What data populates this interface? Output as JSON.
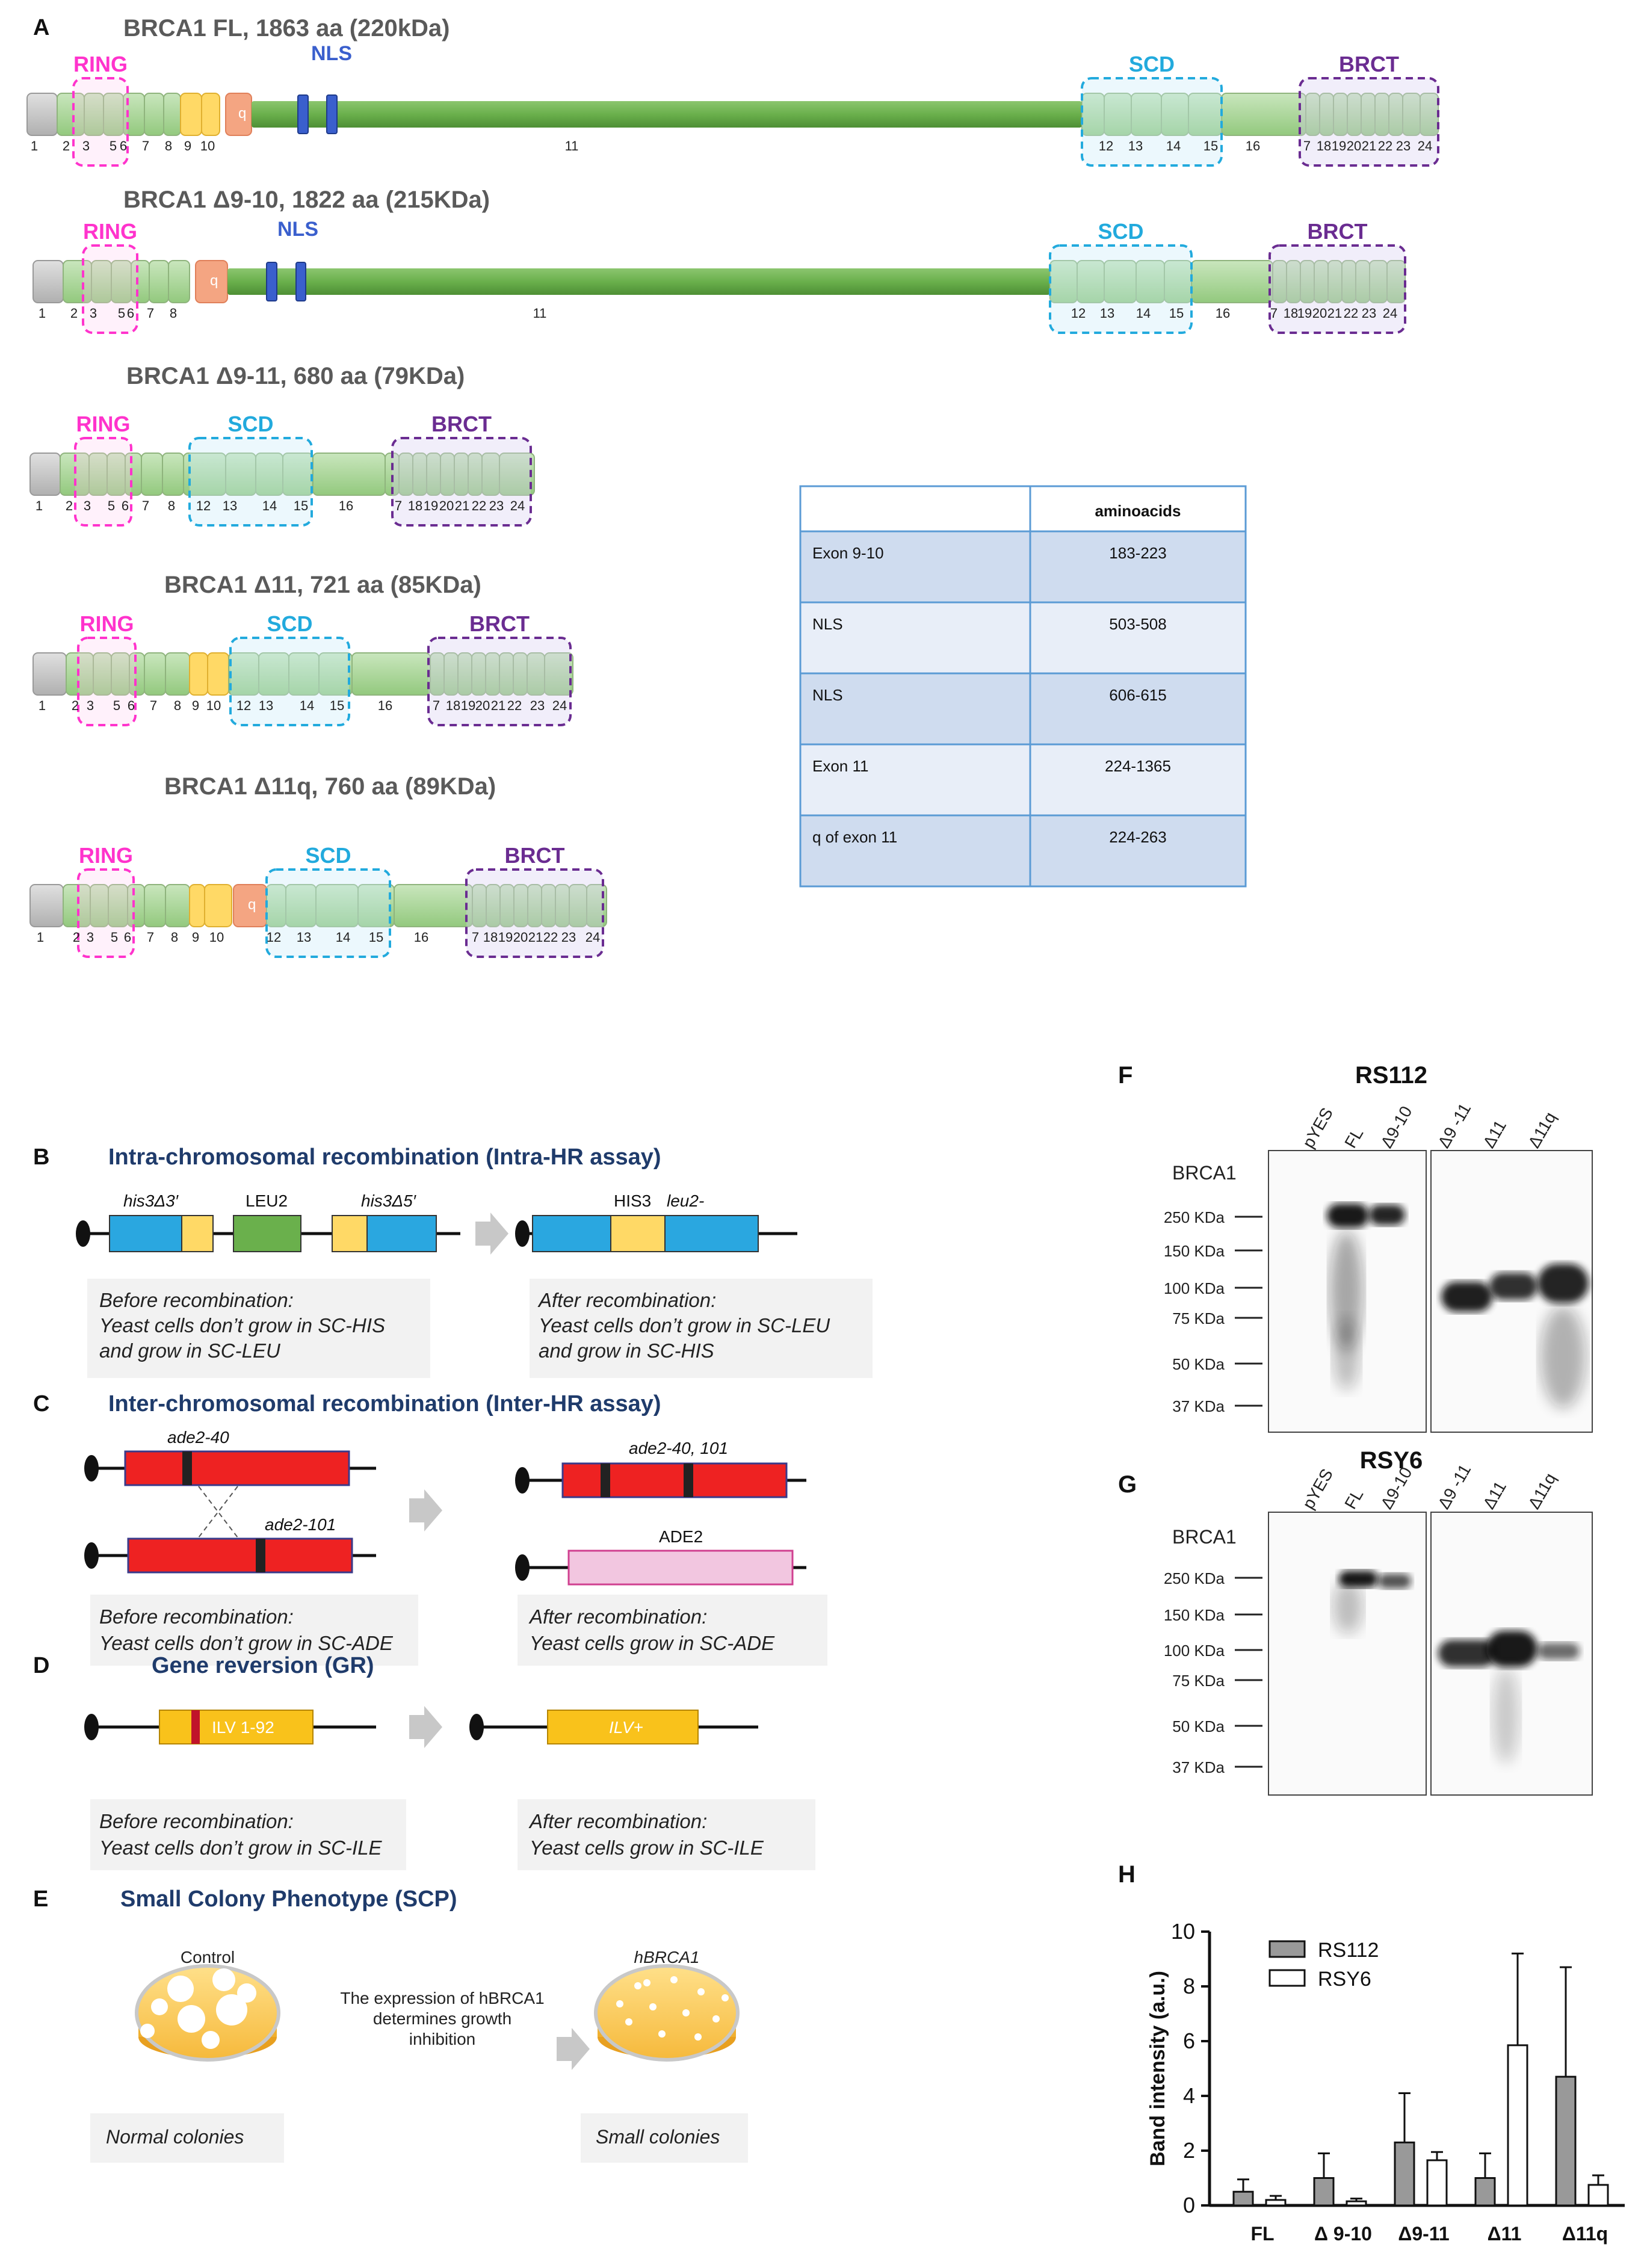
{
  "panels": {
    "A": "A",
    "B": "B",
    "C": "C",
    "D": "D",
    "E": "E",
    "F": "F",
    "G": "G",
    "H": "H"
  },
  "colors": {
    "green_main": "#6ab04c",
    "green_light": "#a8d69a",
    "grey": "#c8c8c8",
    "yellow": "#ffd966",
    "orange": "#f4a582",
    "nls": "#3a5fcd",
    "ring": "#ff33cc",
    "scd": "#22aadd",
    "brct": "#6a2c91",
    "red": "#ee2222",
    "pink": "#f2c6e0",
    "cyan": "#2aa7e0",
    "ilv": "#f9c21b",
    "navy": "#1f3b6b"
  },
  "panelA": {
    "constructs": [
      {
        "title": "BRCA1 FL, 1863 aa (220kDa)",
        "ring": "RING",
        "nls": "NLS",
        "scd": "SCD",
        "brct": "BRCT",
        "q": "q",
        "exons": [
          "1",
          "2",
          "3",
          "5",
          "6",
          "7",
          "8",
          "9",
          "10",
          "11",
          "12",
          "13",
          "14",
          "15",
          "16",
          "7",
          "18",
          "19",
          "20",
          "21",
          "22",
          "23",
          "24"
        ]
      },
      {
        "title": "BRCA1 Δ9-10, 1822 aa (215KDa)",
        "ring": "RING",
        "nls": "NLS",
        "scd": "SCD",
        "brct": "BRCT",
        "q": "q",
        "exons": [
          "1",
          "2",
          "3",
          "5",
          "6",
          "7",
          "8",
          "11",
          "12",
          "13",
          "14",
          "15",
          "16",
          "7",
          "18",
          "19",
          "20",
          "21",
          "22",
          "23",
          "24"
        ]
      },
      {
        "title": "BRCA1 Δ9-11, 680 aa (79KDa)",
        "ring": "RING",
        "scd": "SCD",
        "brct": "BRCT",
        "exons": [
          "1",
          "2",
          "3",
          "5",
          "6",
          "7",
          "8",
          "12",
          "13",
          "14",
          "15",
          "16",
          "7",
          "18",
          "19",
          "20",
          "21",
          "22",
          "23",
          "24"
        ]
      },
      {
        "title": "BRCA1 Δ11, 721 aa (85KDa)",
        "ring": "RING",
        "scd": "SCD",
        "brct": "BRCT",
        "exons": [
          "1",
          "2",
          "3",
          "5",
          "6",
          "7",
          "8",
          "9",
          "10",
          "12",
          "13",
          "14",
          "15",
          "16",
          "7",
          "18",
          "19",
          "20",
          "21",
          "22",
          "23",
          "24"
        ]
      },
      {
        "title": "BRCA1 Δ11q, 760 aa (89KDa)",
        "ring": "RING",
        "scd": "SCD",
        "brct": "BRCT",
        "q": "q",
        "exons": [
          "1",
          "2",
          "3",
          "5",
          "6",
          "7",
          "8",
          "9",
          "10",
          "12",
          "13",
          "14",
          "15",
          "16",
          "7",
          "18",
          "19",
          "20",
          "21",
          "22",
          "23",
          "24"
        ]
      }
    ],
    "table": {
      "header": [
        "",
        "aminoacids"
      ],
      "rows": [
        [
          "Exon 9-10",
          "183-223"
        ],
        [
          "NLS",
          "503-508"
        ],
        [
          "NLS",
          "606-615"
        ],
        [
          "Exon 11",
          "224-1365"
        ],
        [
          "q of exon 11",
          "224-263"
        ]
      ]
    }
  },
  "panelB": {
    "title": "Intra-chromosomal recombination (Intra-HR assay)",
    "labels": {
      "his3_3": "his3Δ3′",
      "leu2": "LEU2",
      "his3_5": "his3Δ5′",
      "his3": "HIS3",
      "leu2m": "leu2-"
    },
    "before": [
      "Before  recombination:",
      "Yeast cells don’t grow in SC-HIS",
      "and grow in SC-LEU"
    ],
    "after": [
      "After recombination:",
      "Yeast cells don’t grow in SC-LEU",
      "and grow in SC-HIS"
    ]
  },
  "panelC": {
    "title": "Inter-chromosomal recombination (Inter-HR assay)",
    "labels": {
      "ade40": "ade2-40",
      "ade101": "ade2-101",
      "ade40_101": "ade2-40, 101",
      "ade2": "ADE2"
    },
    "before": [
      "Before  recombination:",
      "Yeast cells don’t grow in SC-ADE"
    ],
    "after": [
      "After recombination:",
      "Yeast cells grow in SC-ADE"
    ]
  },
  "panelD": {
    "title": "Gene reversion (GR)",
    "labels": {
      "ilv192": "ILV  1-92",
      "ilvplus": "ILV+"
    },
    "before": [
      "Before  recombination:",
      "Yeast cells don’t grow in SC-ILE"
    ],
    "after": [
      "After recombination:",
      "Yeast cells  grow in SC-ILE"
    ]
  },
  "panelE": {
    "title": "Small Colony Phenotype (SCP)",
    "control": "Control",
    "hbrca1": "hBRCA1",
    "middle": [
      "The expression of hBRCA1",
      "determines growth",
      "inhibition"
    ],
    "normal": "Normal colonies",
    "small": "Small colonies"
  },
  "panelF": {
    "title": "RS112",
    "protein": "BRCA1",
    "lanes": [
      "pYES",
      "FL",
      "Δ9-10",
      "Δ9 -11",
      "Δ11",
      "Δ11q"
    ],
    "markers": [
      "250 KDa",
      "150 KDa",
      "100 KDa",
      "75 KDa",
      "50 KDa",
      "37 KDa"
    ]
  },
  "panelG": {
    "title": "RSY6",
    "protein": "BRCA1",
    "lanes": [
      "pYES",
      "FL",
      "Δ9-10",
      "Δ9 -11",
      "Δ11",
      "Δ11q"
    ],
    "markers": [
      "250 KDa",
      "150 KDa",
      "100 KDa",
      "75 KDa",
      "50 KDa",
      "37 KDa"
    ]
  },
  "chart_data": {
    "type": "bar",
    "categories": [
      "FL",
      "Δ 9-10",
      "Δ9-11",
      "Δ11",
      "Δ11q"
    ],
    "series": [
      {
        "name": "RS112",
        "values": [
          0.5,
          1.0,
          2.3,
          1.0,
          4.7
        ],
        "errors": [
          0.45,
          0.9,
          1.8,
          0.9,
          4.0
        ],
        "color": "#999999"
      },
      {
        "name": "RSY6",
        "values": [
          0.2,
          0.15,
          1.65,
          5.85,
          0.75
        ],
        "errors": [
          0.15,
          0.1,
          0.3,
          3.35,
          0.35
        ],
        "color": "#ffffff"
      }
    ],
    "ylabel": "Band intensity (a.u.)",
    "ylim": [
      0,
      10
    ],
    "yticks": [
      "0",
      "2",
      "4",
      "6",
      "8",
      "10"
    ],
    "legend": "top-left",
    "grid": false
  }
}
